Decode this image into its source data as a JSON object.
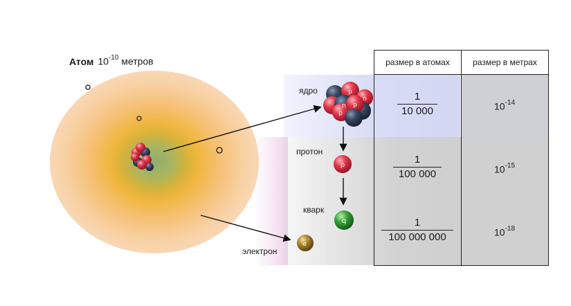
{
  "atom": {
    "title": "Атом",
    "size_base": "10",
    "size_exp": "-10",
    "size_unit": "метров"
  },
  "table": {
    "col1_header": "размер в атомах",
    "col2_header": "размер в метрах",
    "rows": [
      {
        "label": "ядро",
        "frac_num": "1",
        "frac_den": "10 000",
        "pow_base": "10",
        "pow_exp": "-14"
      },
      {
        "label": "протон",
        "frac_num": "1",
        "frac_den": "100 000",
        "pow_base": "10",
        "pow_exp": "-15"
      },
      {
        "label": "кварк",
        "frac_num": "1",
        "frac_den": "100 000 000",
        "pow_base": "10",
        "pow_exp": "-18"
      }
    ]
  },
  "electron_label": "электрон",
  "particle_letters": {
    "proton": "p",
    "neutron": "n",
    "quark": "q",
    "electron": "e"
  },
  "colors": {
    "proton_red": "#d42a3e",
    "neutron_navy": "#2b3548",
    "quark_green": "#2e8b2e",
    "electron_olive": "#8a6d1e"
  }
}
